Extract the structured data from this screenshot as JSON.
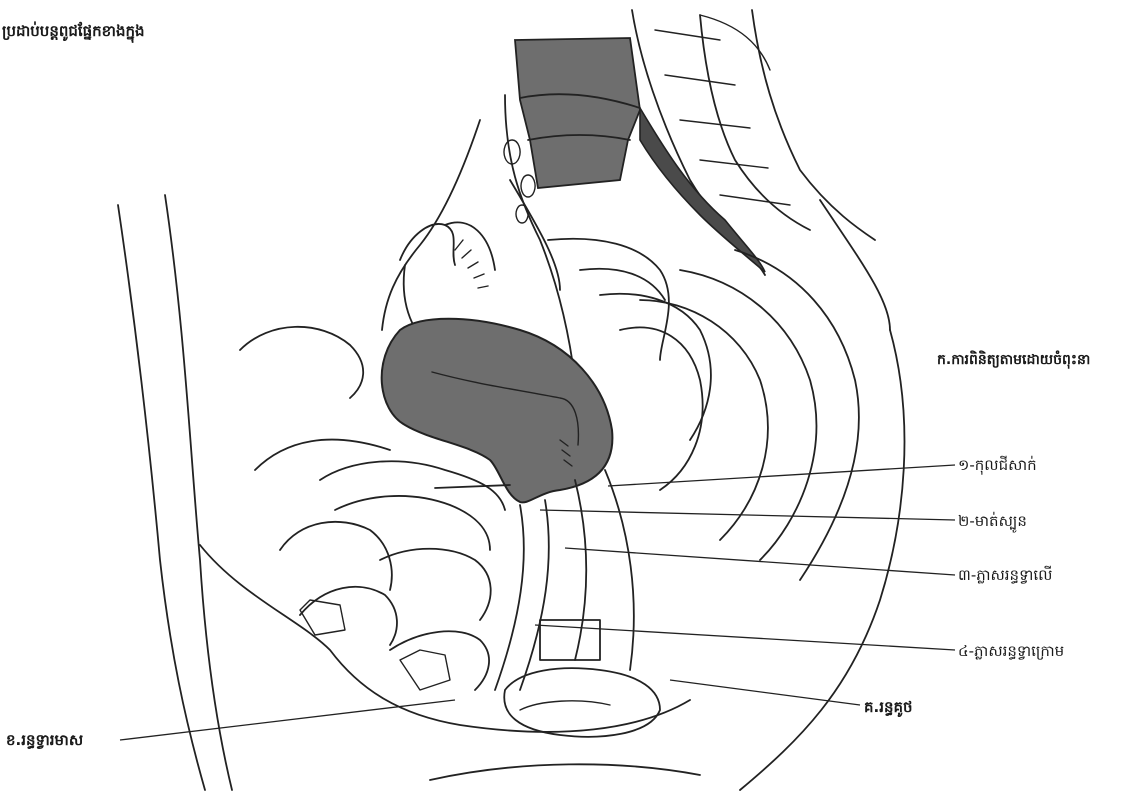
{
  "title": "ប្រដាប់បន្តពូជផ្នែកខាងក្នុង",
  "side_heading": "ក.ការពិនិត្យតាមដោយចំពុះនា",
  "callouts": {
    "c1": "១-កុលជីសាក់",
    "c2": "២-មាត់ស្បូន",
    "c3": "៣-ភ្លាសរន្ធទ្វាលើ",
    "c4": "៤-ភ្លាសរន្ធទ្វាក្រោម"
  },
  "bottom_labels": {
    "left": "ខ.រន្ធទ្វារមាស",
    "right": "គ.រន្ធគូថ"
  },
  "colors": {
    "line": "#222222",
    "organ_fill": "#6e6e6e",
    "organ_dark": "#4a4a4a"
  }
}
